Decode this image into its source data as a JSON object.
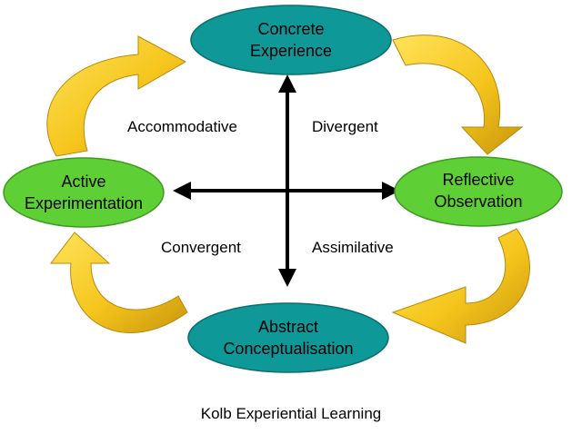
{
  "nodes": {
    "concrete": {
      "line1": "Concrete",
      "line2": "Experience"
    },
    "reflective": {
      "line1": "Reflective",
      "line2": "Observation"
    },
    "abstract": {
      "line1": "Abstract",
      "line2": "Conceptualisation"
    },
    "active": {
      "line1": "Active",
      "line2": "Experimentation"
    }
  },
  "quadrants": {
    "top_left": "Accommodative",
    "top_right": "Divergent",
    "bottom_left": "Convergent",
    "bottom_right": "Assimilative"
  },
  "caption": "Kolb Experiential Learning",
  "colors": {
    "teal": "#0f9898",
    "green": "#5ed036",
    "arrow_light": "#ffd21f",
    "arrow_dark": "#c89a10",
    "axis": "#000000"
  }
}
